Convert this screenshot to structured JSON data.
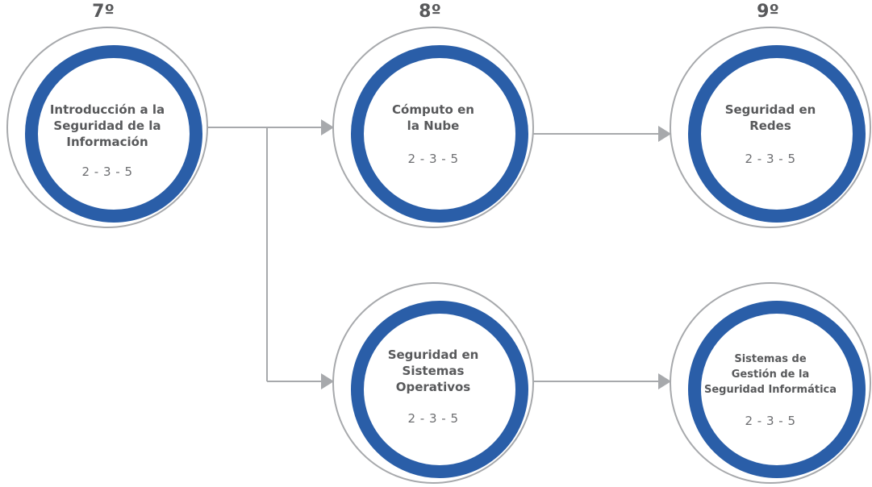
{
  "columns": [
    {
      "label": "7º"
    },
    {
      "label": "8º"
    },
    {
      "label": "9º"
    }
  ],
  "nodes": {
    "intro": {
      "title": "Introducción a la\nSeguridad de la\nInformación",
      "credits": "2 - 3 - 5"
    },
    "nube": {
      "title": "Cómputo en\nla Nube",
      "credits": "2 - 3 - 5"
    },
    "redes": {
      "title": "Seguridad en\nRedes",
      "credits": "2 - 3 - 5"
    },
    "so": {
      "title": "Seguridad en\nSistemas\nOperativos",
      "credits": "2 - 3 - 5"
    },
    "sgsi": {
      "title": "Sistemas de\nGestión de la\nSeguridad Informática",
      "credits": "2 - 3 - 5"
    }
  },
  "colors": {
    "ring": "#2a5ea8",
    "outline": "#a7a9ac",
    "connector": "#a7a9ac",
    "text": "#58595b"
  }
}
